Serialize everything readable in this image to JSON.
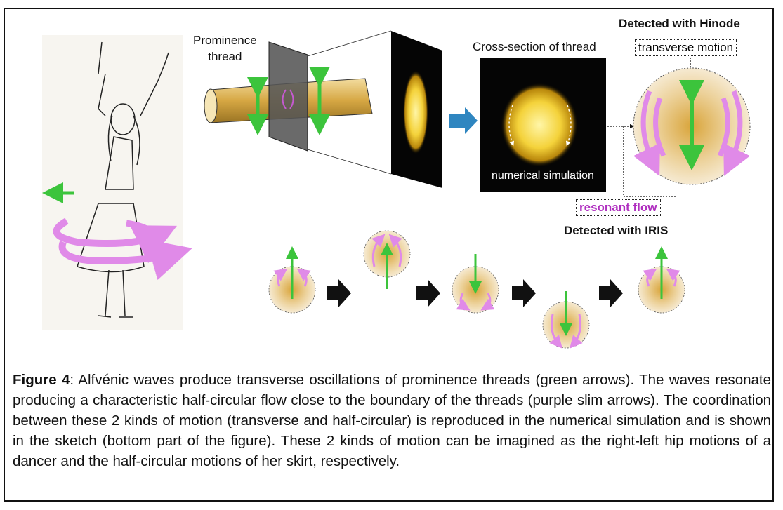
{
  "labels": {
    "prominence_thread": "Prominence\nthread",
    "cross_section": "Cross-section of thread",
    "numerical_simulation": "numerical simulation",
    "detected_hinode": "Detected with Hinode",
    "transverse_motion": "transverse motion",
    "resonant_flow": "resonant flow",
    "detected_iris": "Detected with IRIS"
  },
  "caption": {
    "figure_label": "Figure 4",
    "text": ": Alfvénic waves produce transverse oscillations of prominence threads (green arrows). The waves resonate producing a characteristic half-circular flow close to the boundary of the threads (purple slim arrows). The coordination between these 2 kinds of motion (transverse and half-circular) is reproduced in the numerical simulation and is shown in the sketch (bottom part of the figure). These 2 kinds of motion can be imagined as the right-left hip motions of a dancer and the half-circular motions of her skirt, respectively."
  },
  "colors": {
    "green_arrow": "#3cc43c",
    "purple_arrow": "#e08ae8",
    "blue_arrow": "#2f86c0",
    "thread_gold": "#d9b24a",
    "resonant_text": "#b030c0"
  }
}
